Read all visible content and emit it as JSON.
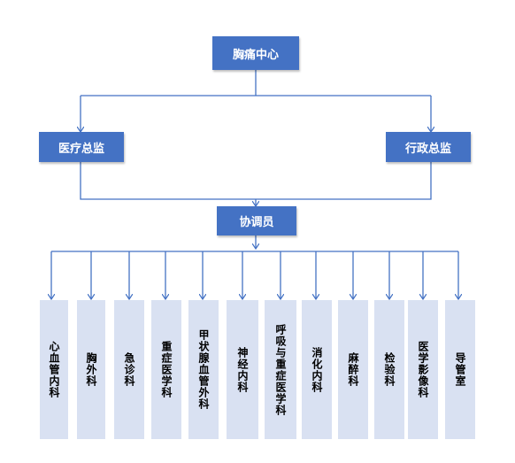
{
  "top": {
    "label": "胸痛中心"
  },
  "left_director": {
    "label": "医疗总监"
  },
  "right_director": {
    "label": "行政总监"
  },
  "coordinator": {
    "label": "协调员"
  },
  "departments": [
    {
      "label": "心血管内科"
    },
    {
      "label": "胸外科"
    },
    {
      "label": "急诊科"
    },
    {
      "label": "重症医学科"
    },
    {
      "label": "甲状腺血管外科"
    },
    {
      "label": "神经内科"
    },
    {
      "label": "呼吸与重症医学科"
    },
    {
      "label": "消化内科"
    },
    {
      "label": "麻醉科"
    },
    {
      "label": "检验科"
    },
    {
      "label": "医学影像科"
    },
    {
      "label": "导管室"
    }
  ],
  "colors": {
    "box_fill": "#4472c4",
    "box_text": "#ffffff",
    "dept_fill": "#d9e1f2",
    "dept_text": "#000000",
    "connector": "#4472c4"
  }
}
